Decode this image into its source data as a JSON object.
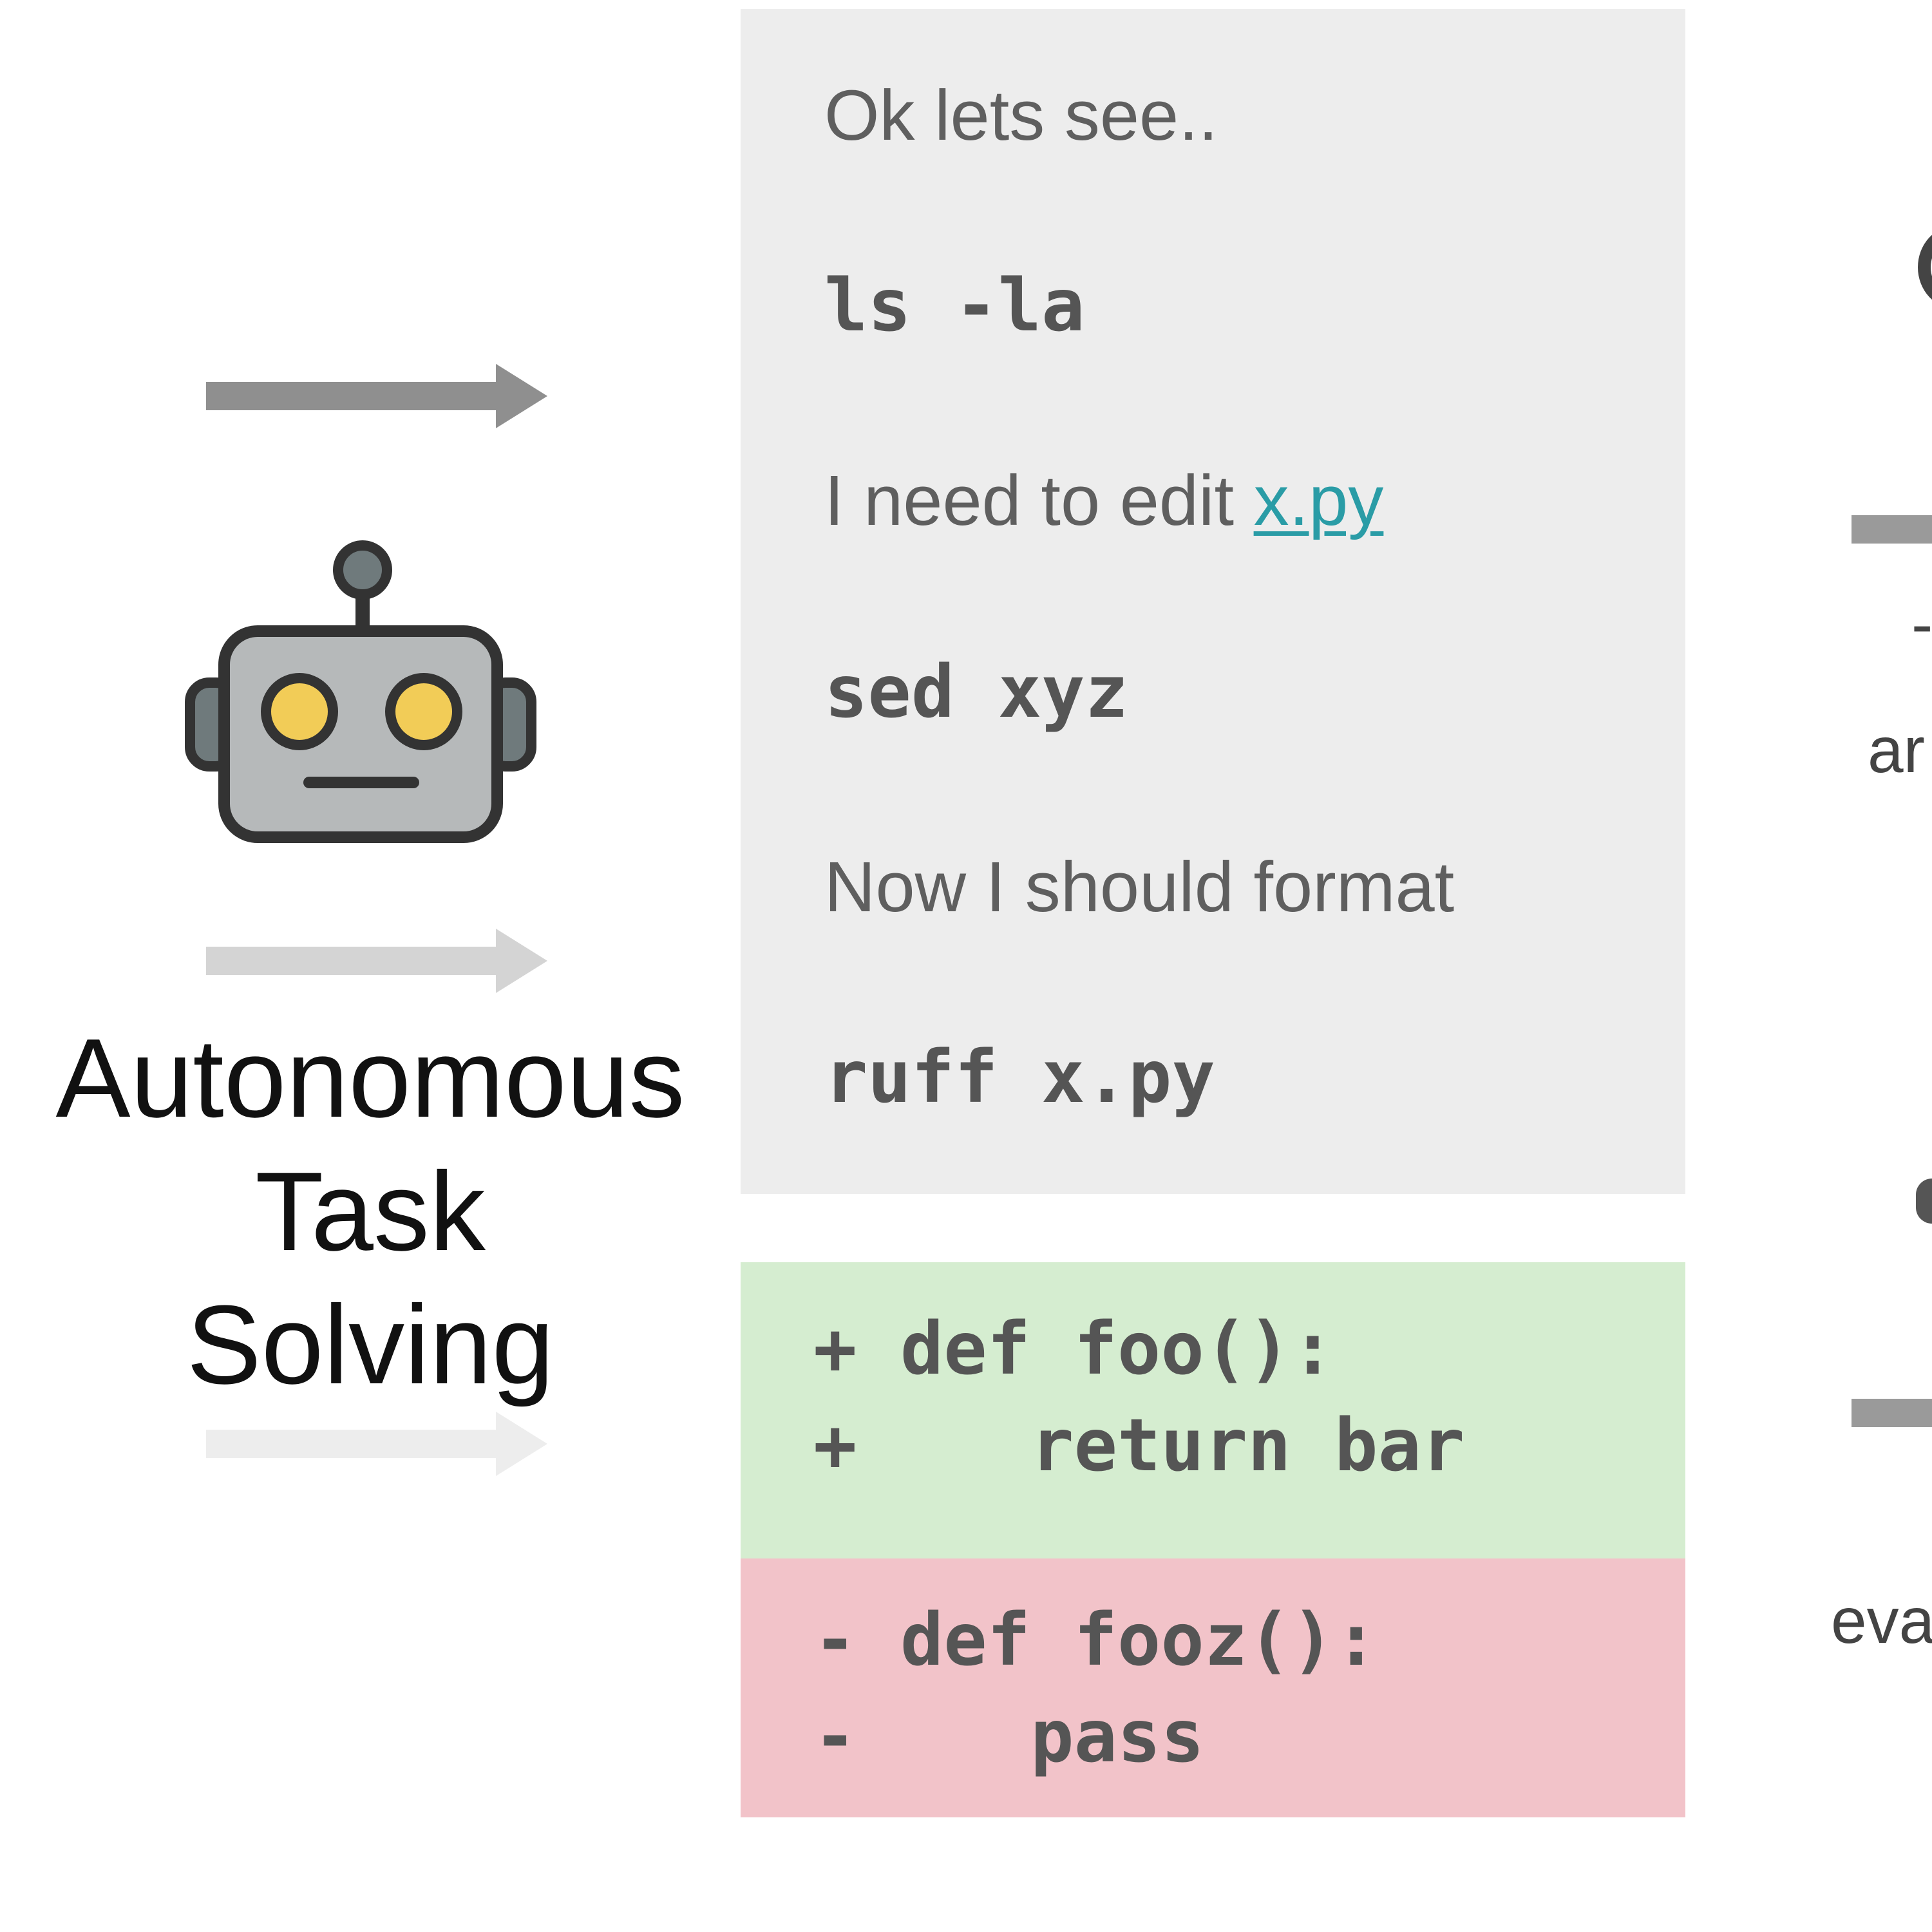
{
  "left_label": {
    "lines": [
      "Autonomous",
      "Task",
      "Solving"
    ]
  },
  "icons": {
    "robot": "robot-icon",
    "arrows": [
      "arrow-right-icon",
      "arrow-right-icon",
      "arrow-right-icon"
    ]
  },
  "colors": {
    "arrow_dark": "#8f8f8f",
    "arrow_medium": "#d4d4d4",
    "arrow_light": "#ededed",
    "trace_background": "#ededed",
    "diff_added_background": "#d5edd0",
    "diff_removed_background": "#f2c3c9",
    "link": "#2a9ca6"
  },
  "trace": {
    "thought_1": "Ok lets see..",
    "command_1": "ls -la",
    "thought_2_prefix": "I need to edit ",
    "thought_2_file": "x.py",
    "command_2": "sed xyz",
    "thought_3": "Now I should format",
    "command_3": "ruff x.py"
  },
  "diff": {
    "added": [
      "+ def foo():",
      "+    return bar"
    ],
    "removed": [
      "- def fooz():",
      "-    pass"
    ]
  },
  "right_fragments": {
    "fragment_1": "-",
    "fragment_2": "ar",
    "fragment_3": "eva"
  }
}
